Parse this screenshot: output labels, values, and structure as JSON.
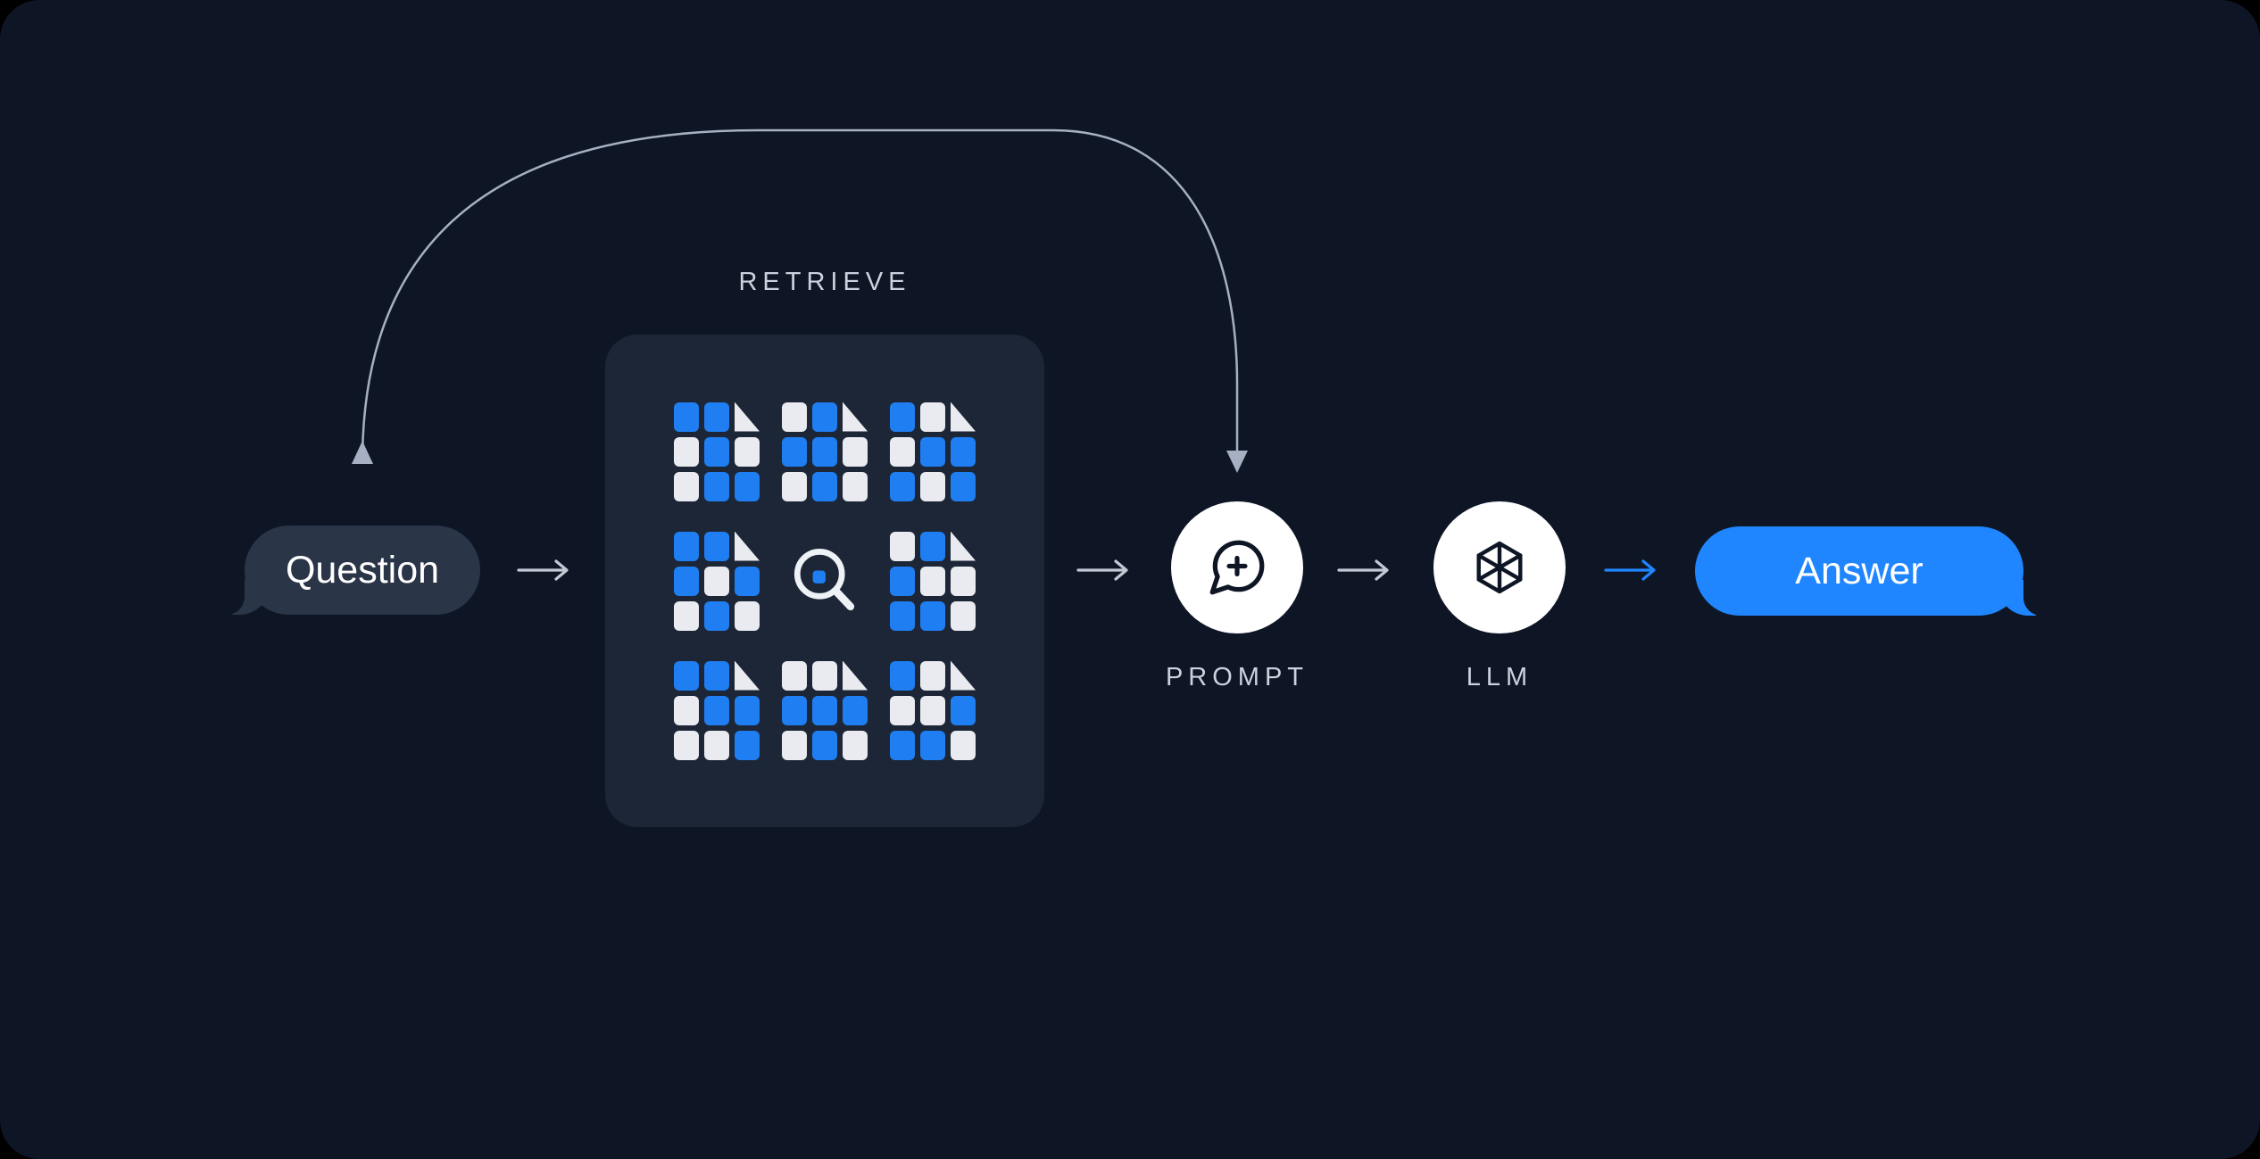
{
  "colors": {
    "bg": "#0e1626",
    "panel": "#1c2637",
    "bubble-gray": "#2b3548",
    "accent-blue": "#1f86ff",
    "doc-blue": "#1e7ef2",
    "tile-light": "#e9ebf0",
    "label-text": "#cbd2dd",
    "arrow-gray": "#c4cad5",
    "connector": "#a7b0c2",
    "ink": "#0e1626",
    "node-bg": "#ffffff"
  },
  "question": {
    "label": "Question"
  },
  "retrieve": {
    "title": "RETRIEVE",
    "cells": [
      {
        "type": "doc",
        "pattern": [
          "blue",
          "blue",
          "fold",
          "light",
          "blue",
          "light",
          "light",
          "blue",
          "blue"
        ]
      },
      {
        "type": "doc",
        "pattern": [
          "light",
          "blue",
          "fold",
          "blue",
          "blue",
          "light",
          "light",
          "blue",
          "light"
        ]
      },
      {
        "type": "doc",
        "pattern": [
          "blue",
          "light",
          "fold",
          "light",
          "blue",
          "blue",
          "blue",
          "light",
          "blue"
        ]
      },
      {
        "type": "doc",
        "pattern": [
          "blue",
          "blue",
          "fold",
          "blue",
          "light",
          "blue",
          "light",
          "blue",
          "light"
        ]
      },
      {
        "type": "magnifier"
      },
      {
        "type": "doc",
        "pattern": [
          "light",
          "blue",
          "fold",
          "blue",
          "light",
          "light",
          "blue",
          "blue",
          "light"
        ]
      },
      {
        "type": "doc",
        "pattern": [
          "blue",
          "blue",
          "fold",
          "light",
          "blue",
          "blue",
          "light",
          "light",
          "blue"
        ]
      },
      {
        "type": "doc",
        "pattern": [
          "light",
          "light",
          "fold",
          "blue",
          "blue",
          "blue",
          "light",
          "blue",
          "light"
        ]
      },
      {
        "type": "doc",
        "pattern": [
          "blue",
          "light",
          "fold",
          "light",
          "light",
          "blue",
          "blue",
          "blue",
          "light"
        ]
      }
    ]
  },
  "prompt": {
    "label": "PROMPT"
  },
  "llm": {
    "label": "LLM"
  },
  "answer": {
    "label": "Answer"
  }
}
